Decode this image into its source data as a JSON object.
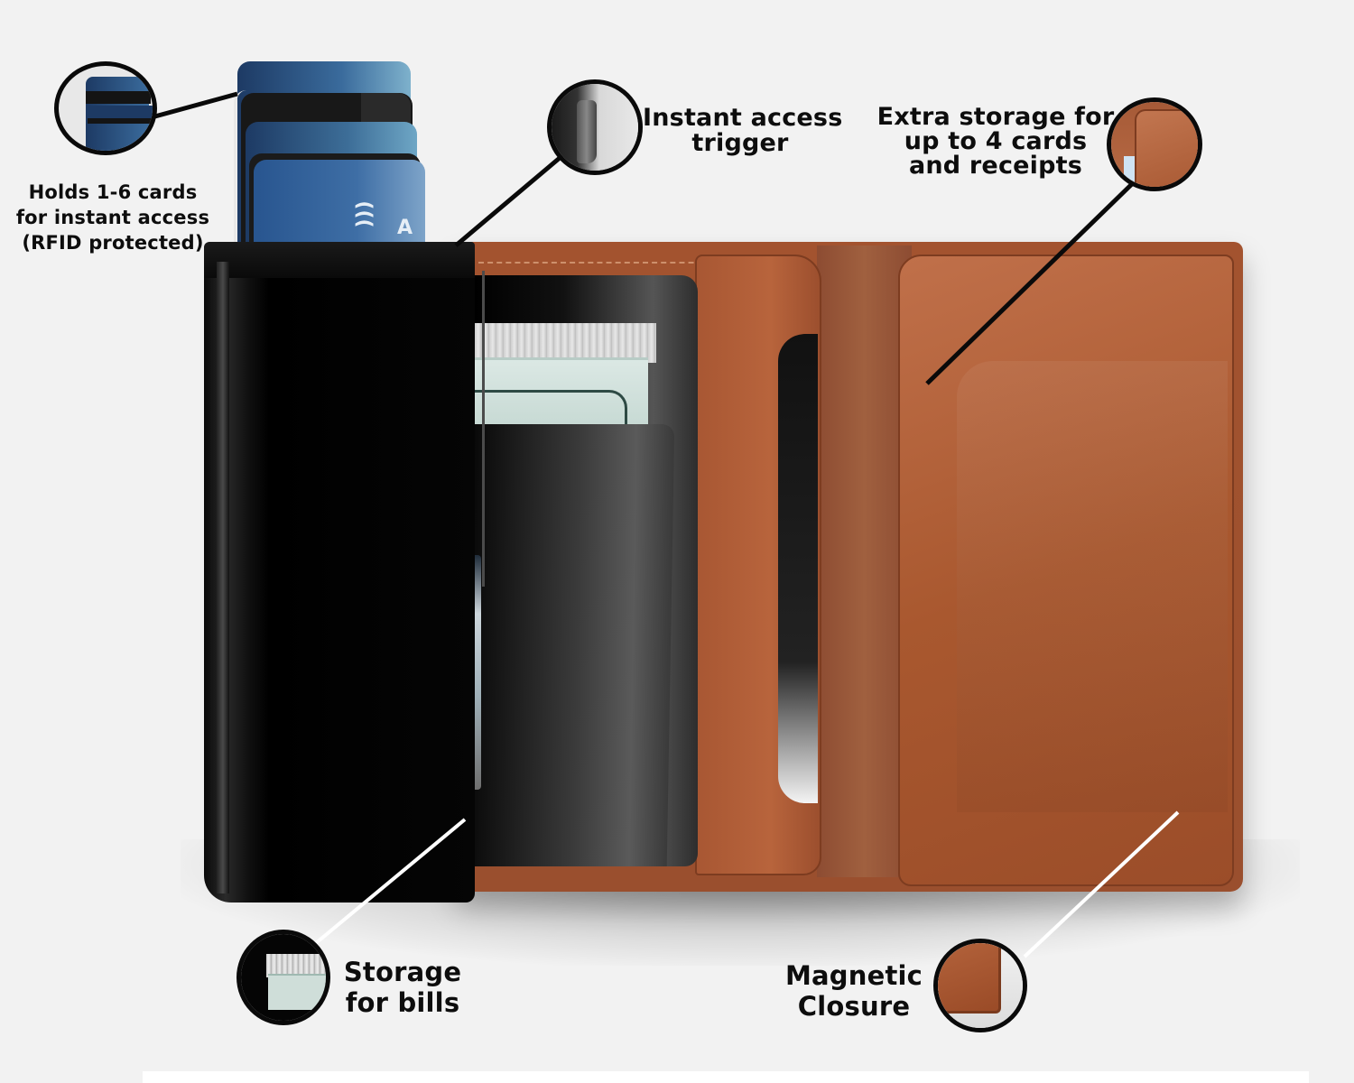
{
  "diagram": {
    "subject": "Pop-up card wallet with leather cover",
    "background_color": "#f2f2f2",
    "accent_colors": {
      "leather": "#a3532f",
      "metal_case": "#0a0a0a",
      "card_blue": "#3a6b9c",
      "callout_line_dark": "#0a0a0a",
      "callout_line_light": "#ffffff"
    }
  },
  "callouts": [
    {
      "id": "cards",
      "lines": [
        "Holds 1-6 cards",
        "for instant access",
        "(RFID protected)"
      ],
      "icon": "card-stack-icon"
    },
    {
      "id": "trigger",
      "lines": [
        "Instant access",
        "trigger"
      ],
      "icon": "trigger-icon"
    },
    {
      "id": "extra",
      "lines": [
        "Extra storage for",
        "up to 4 cards",
        "and receipts"
      ],
      "icon": "leather-pocket-icon"
    },
    {
      "id": "bills",
      "lines": [
        "Storage",
        "for bills"
      ],
      "icon": "banknote-icon"
    },
    {
      "id": "magnetic",
      "lines": [
        "Magnetic",
        "Closure"
      ],
      "icon": "magnet-closure-icon"
    }
  ],
  "product": {
    "card_glyph_contactless": "(((",
    "card_glyph_letter": "A"
  }
}
